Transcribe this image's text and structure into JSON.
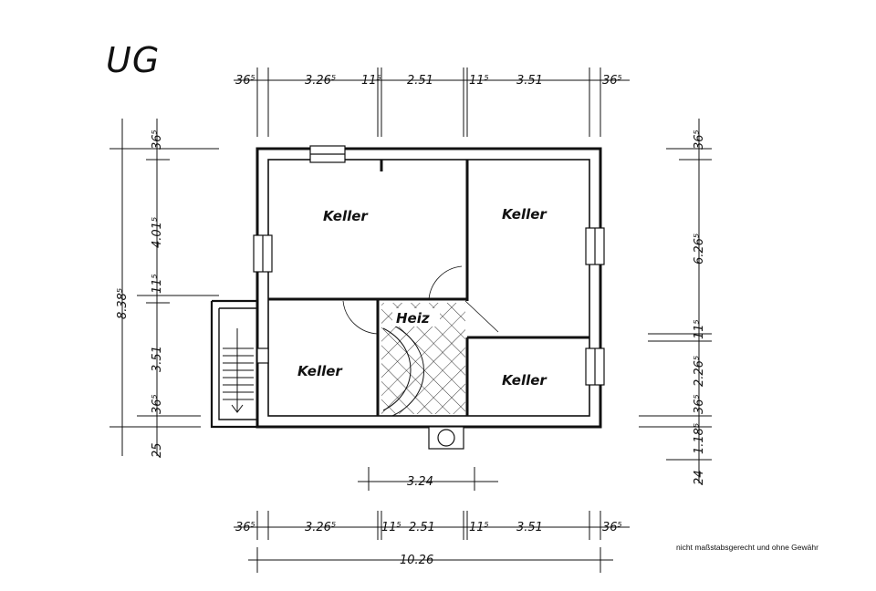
{
  "title": "UG",
  "disclaimer": "nicht maßstabsgerecht und ohne Gewähr",
  "rooms": [
    {
      "id": "keller-nw",
      "label": "Keller"
    },
    {
      "id": "keller-ne",
      "label": "Keller"
    },
    {
      "id": "keller-sw",
      "label": "Keller"
    },
    {
      "id": "keller-se",
      "label": "Keller"
    },
    {
      "id": "heizung",
      "label": "Heiz"
    }
  ],
  "dimensions": {
    "top": [
      "36⁵",
      "3.26⁵",
      "11⁵",
      "2.51",
      "11⁵",
      "3.51",
      "36⁵"
    ],
    "bottom": [
      "36⁵",
      "3.26⁵",
      "11⁵",
      "2.51",
      "11⁵",
      "3.51",
      "36⁵"
    ],
    "total": "10.26",
    "inner": "3.24",
    "left_total": "8.38⁵",
    "left": [
      "36⁵",
      "4.01⁵",
      "11⁵",
      "3.51",
      "36⁵",
      "25"
    ],
    "right": [
      "36⁵",
      "6.26⁵",
      "11⁵",
      "2.26⁵",
      "36⁵",
      "1.18⁵",
      "24"
    ]
  }
}
